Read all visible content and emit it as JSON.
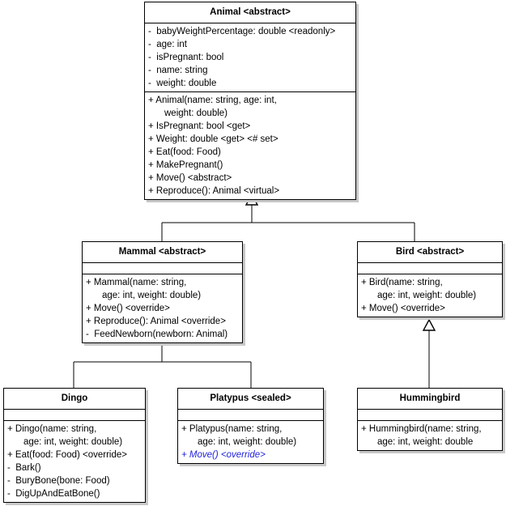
{
  "diagram": {
    "title": "Animal class hierarchy UML diagram",
    "type": "uml-class-diagram",
    "colors": {
      "background": "#ffffff",
      "box_fill": "#ffffff",
      "stroke": "#000000",
      "shadow": "#c8c8c8",
      "virtual_member": "#2222dd"
    }
  },
  "classes": {
    "animal": {
      "name": "Animal <abstract>",
      "attributes": [
        {
          "text": "-  babyWeightPercentage: double <readonly>",
          "continuation": false,
          "virtual": false
        },
        {
          "text": "-  age: int",
          "continuation": false,
          "virtual": false
        },
        {
          "text": "-  isPregnant: bool",
          "continuation": false,
          "virtual": false
        },
        {
          "text": "-  name: string",
          "continuation": false,
          "virtual": false
        },
        {
          "text": "-  weight: double",
          "continuation": false,
          "virtual": false
        }
      ],
      "operations": [
        {
          "text": "+ Animal(name: string, age: int,",
          "continuation": false,
          "virtual": false
        },
        {
          "text": "weight: double)",
          "continuation": true,
          "virtual": false
        },
        {
          "text": "+ IsPregnant: bool <get>",
          "continuation": false,
          "virtual": false
        },
        {
          "text": "+ Weight: double <get> <# set>",
          "continuation": false,
          "virtual": false
        },
        {
          "text": "+ Eat(food: Food)",
          "continuation": false,
          "virtual": false
        },
        {
          "text": "+ MakePregnant()",
          "continuation": false,
          "virtual": false
        },
        {
          "text": "+ Move() <abstract>",
          "continuation": false,
          "virtual": false
        },
        {
          "text": "+ Reproduce(): Animal <virtual>",
          "continuation": false,
          "virtual": false
        }
      ]
    },
    "mammal": {
      "name": "Mammal <abstract>",
      "attributes": [],
      "operations": [
        {
          "text": "+ Mammal(name: string,",
          "continuation": false,
          "virtual": false
        },
        {
          "text": "age: int, weight: double)",
          "continuation": true,
          "virtual": false
        },
        {
          "text": "+ Move() <override>",
          "continuation": false,
          "virtual": false
        },
        {
          "text": "+ Reproduce(): Animal <override>",
          "continuation": false,
          "virtual": false
        },
        {
          "text": "-  FeedNewborn(newborn: Animal)",
          "continuation": false,
          "virtual": false
        }
      ]
    },
    "bird": {
      "name": "Bird <abstract>",
      "attributes": [],
      "operations": [
        {
          "text": "+ Bird(name: string,",
          "continuation": false,
          "virtual": false
        },
        {
          "text": "age: int, weight: double)",
          "continuation": true,
          "virtual": false
        },
        {
          "text": "+ Move() <override>",
          "continuation": false,
          "virtual": false
        }
      ]
    },
    "dingo": {
      "name": "Dingo",
      "attributes": [],
      "operations": [
        {
          "text": "+ Dingo(name: string,",
          "continuation": false,
          "virtual": false
        },
        {
          "text": "age: int, weight: double)",
          "continuation": true,
          "virtual": false
        },
        {
          "text": "+ Eat(food: Food) <override>",
          "continuation": false,
          "virtual": false
        },
        {
          "text": "-  Bark()",
          "continuation": false,
          "virtual": false
        },
        {
          "text": "-  BuryBone(bone: Food)",
          "continuation": false,
          "virtual": false
        },
        {
          "text": "-  DigUpAndEatBone()",
          "continuation": false,
          "virtual": false
        }
      ]
    },
    "platypus": {
      "name": "Platypus <sealed>",
      "attributes": [],
      "operations": [
        {
          "text": "+ Platypus(name: string,",
          "continuation": false,
          "virtual": false
        },
        {
          "text": "age: int, weight: double)",
          "continuation": true,
          "virtual": false
        },
        {
          "text": "+ Move() <override>",
          "continuation": false,
          "virtual": true
        }
      ]
    },
    "hummingbird": {
      "name": "Hummingbird",
      "attributes": [],
      "operations": [
        {
          "text": "+ Hummingbird(name: string,",
          "continuation": false,
          "virtual": false
        },
        {
          "text": "age: int, weight: double",
          "continuation": true,
          "virtual": false
        }
      ]
    }
  },
  "relationships": [
    {
      "from": "Mammal",
      "to": "Animal",
      "kind": "generalization"
    },
    {
      "from": "Bird",
      "to": "Animal",
      "kind": "generalization"
    },
    {
      "from": "Dingo",
      "to": "Mammal",
      "kind": "generalization"
    },
    {
      "from": "Platypus",
      "to": "Mammal",
      "kind": "generalization"
    },
    {
      "from": "Hummingbird",
      "to": "Bird",
      "kind": "generalization"
    }
  ]
}
